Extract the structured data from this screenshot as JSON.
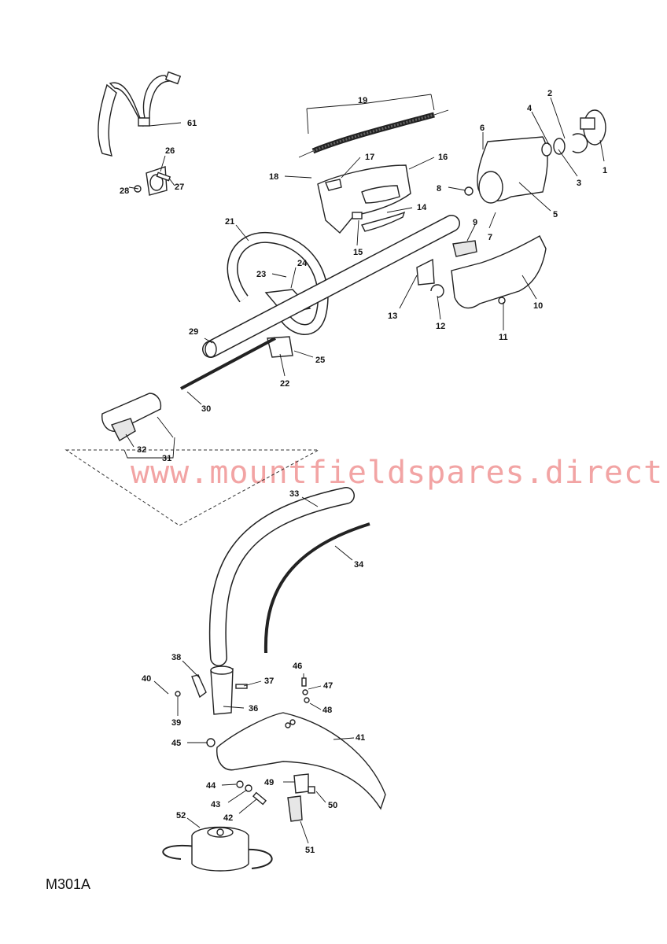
{
  "diagram": {
    "code": "M301A",
    "watermark": "www.mountfieldspares.direct",
    "callouts": [
      "1",
      "2",
      "3",
      "4",
      "5",
      "6",
      "7",
      "8",
      "9",
      "10",
      "11",
      "12",
      "13",
      "14",
      "15",
      "16",
      "17",
      "18",
      "19",
      "21",
      "22",
      "23",
      "24",
      "25",
      "26",
      "27",
      "28",
      "29",
      "30",
      "31",
      "32",
      "33",
      "34",
      "36",
      "37",
      "38",
      "39",
      "40",
      "41",
      "42",
      "43",
      "44",
      "45",
      "46",
      "47",
      "48",
      "49",
      "50",
      "51",
      "52",
      "61"
    ]
  }
}
